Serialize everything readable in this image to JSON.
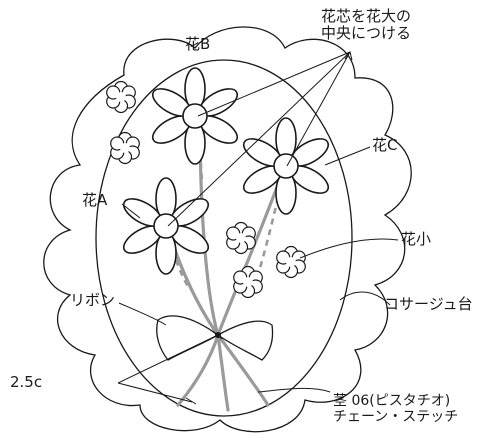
{
  "labels": {
    "center_note_line1": "花芯を花大の",
    "center_note_line2": "中央につける",
    "flower_b": "花B",
    "flower_c": "花C",
    "flower_a": "花A",
    "flower_small": "花小",
    "ribbon": "リボン",
    "corsage_base": "コサージュ台",
    "size": "2.5c",
    "stem_line1": "茎 06(ピスタチオ)",
    "stem_line2": "チェーン・ステッチ"
  },
  "colors": {
    "line": "#1a1a1a",
    "stem": "#9a9a9a",
    "background": "#ffffff"
  }
}
